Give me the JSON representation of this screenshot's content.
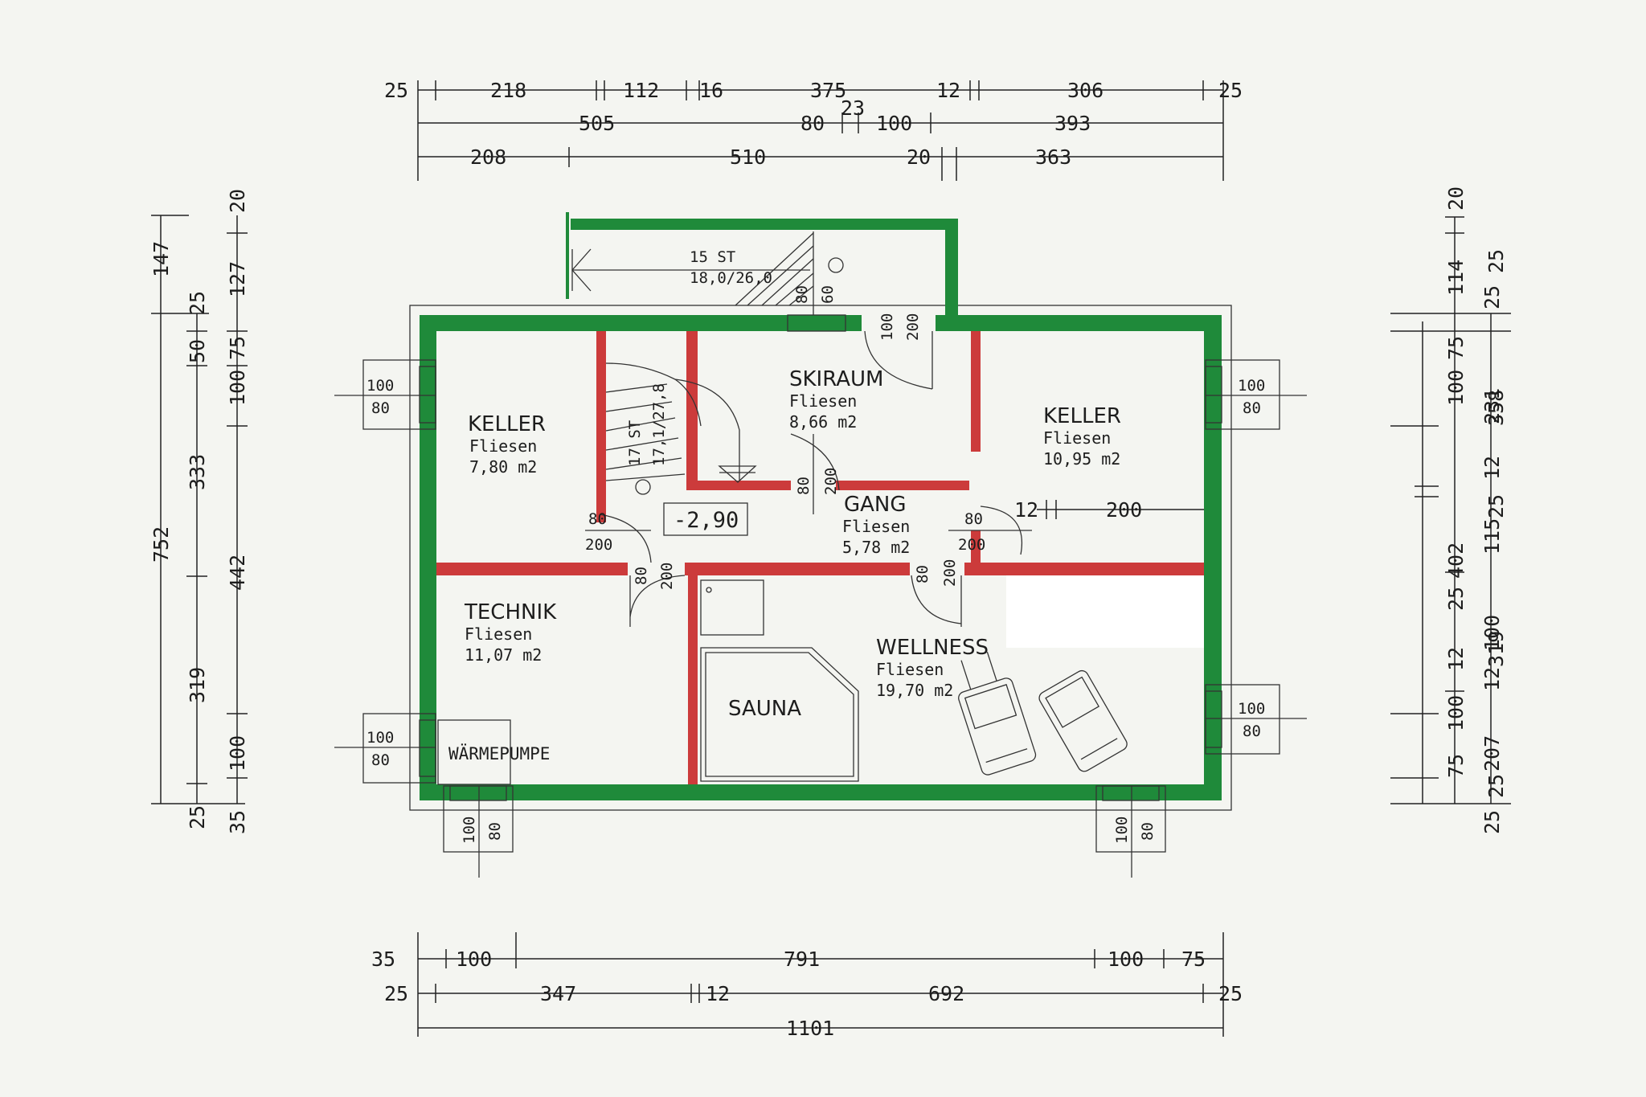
{
  "colors": {
    "exterior_wall": "#1f8a3a",
    "interior_wall": "#cc3b3b",
    "paper": "#f4f5f1",
    "ink": "#1d1d1d"
  },
  "rooms": {
    "keller_left": {
      "name": "KELLER",
      "floor": "Fliesen",
      "area": "7,80 m2"
    },
    "skiraum": {
      "name": "SKIRAUM",
      "floor": "Fliesen",
      "area": "8,66 m2"
    },
    "keller_right": {
      "name": "KELLER",
      "floor": "Fliesen",
      "area": "10,95 m2"
    },
    "gang": {
      "name": "GANG",
      "floor": "Fliesen",
      "area": "5,78 m2"
    },
    "technik": {
      "name": "TECHNIK",
      "floor": "Fliesen",
      "area": "11,07 m2"
    },
    "wellness": {
      "name": "WELLNESS",
      "floor": "Fliesen",
      "area": "19,70 m2"
    },
    "sauna": {
      "name": "SAUNA"
    },
    "waermepumpe": {
      "name": "WÄRMEPUMPE"
    }
  },
  "level": "-2,90",
  "stairs": {
    "main": {
      "steps": "15 ST",
      "ratio": "18,0/26,0"
    },
    "inner": {
      "steps": "17 ST",
      "ratio": "17,1/27,8"
    }
  },
  "openings": {
    "window_w": "100",
    "window_h": "80",
    "door_w": "80",
    "door_h": "200",
    "door_skiraum_w": "100",
    "door_skiraum_h": "200",
    "stair_w1": "80",
    "stair_w2": "60"
  },
  "dims": {
    "top1": [
      "25",
      "218",
      "112",
      "16",
      "375",
      "12",
      "306",
      "25"
    ],
    "top2": [
      "505",
      "80",
      "23",
      "100",
      "393"
    ],
    "top3": [
      "208",
      "510",
      "20",
      "363"
    ],
    "bottom1": [
      "35",
      "100",
      "791",
      "100",
      "75"
    ],
    "bottom2": [
      "25",
      "347",
      "12",
      "692",
      "25"
    ],
    "bottom3": [
      "1101"
    ],
    "left_outer": [
      "147",
      "752"
    ],
    "left_mid": [
      "25",
      "50",
      "333",
      "442",
      "319",
      "25"
    ],
    "left_inner": [
      "20",
      "127",
      "75",
      "100",
      "100",
      "35"
    ],
    "right_outer": [
      "402"
    ],
    "right_mid": [
      "25",
      "231",
      "12",
      "115",
      "100",
      "12",
      "207",
      "25"
    ],
    "right_inner": [
      "20",
      "114",
      "75",
      "100",
      "12",
      "25",
      "100",
      "75"
    ],
    "right_far": [
      "25",
      "358",
      "25",
      "319",
      "25"
    ],
    "interior": [
      "12",
      "200"
    ]
  }
}
